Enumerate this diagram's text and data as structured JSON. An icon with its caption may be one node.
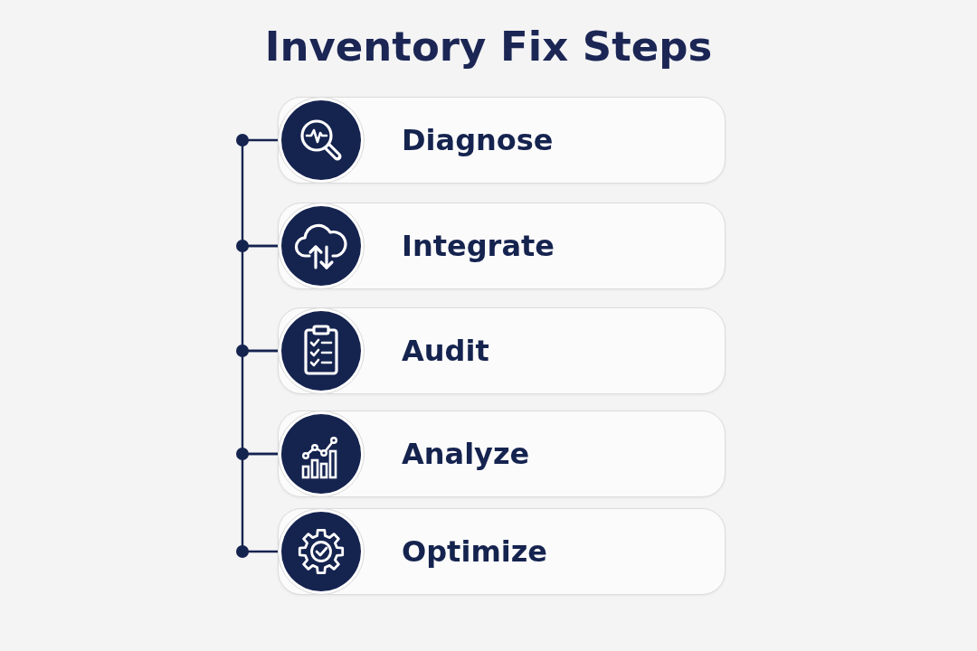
{
  "diagram": {
    "title": "Inventory Fix Steps",
    "nodes": [
      {
        "text": [
          "Diagnose"
        ]
      },
      {
        "text": [
          "Integrate"
        ]
      },
      {
        "text": [
          "Audit"
        ]
      },
      {
        "text": [
          "Analyze"
        ]
      },
      {
        "text": [
          "Optimize"
        ]
      }
    ],
    "edges": [
      {
        "from": 0,
        "to": 1,
        "arrow": "none"
      },
      {
        "from": 1,
        "to": 2,
        "arrow": "none"
      },
      {
        "from": 2,
        "to": 3,
        "arrow": "none"
      },
      {
        "from": 3,
        "to": 4,
        "arrow": "none"
      }
    ]
  }
}
